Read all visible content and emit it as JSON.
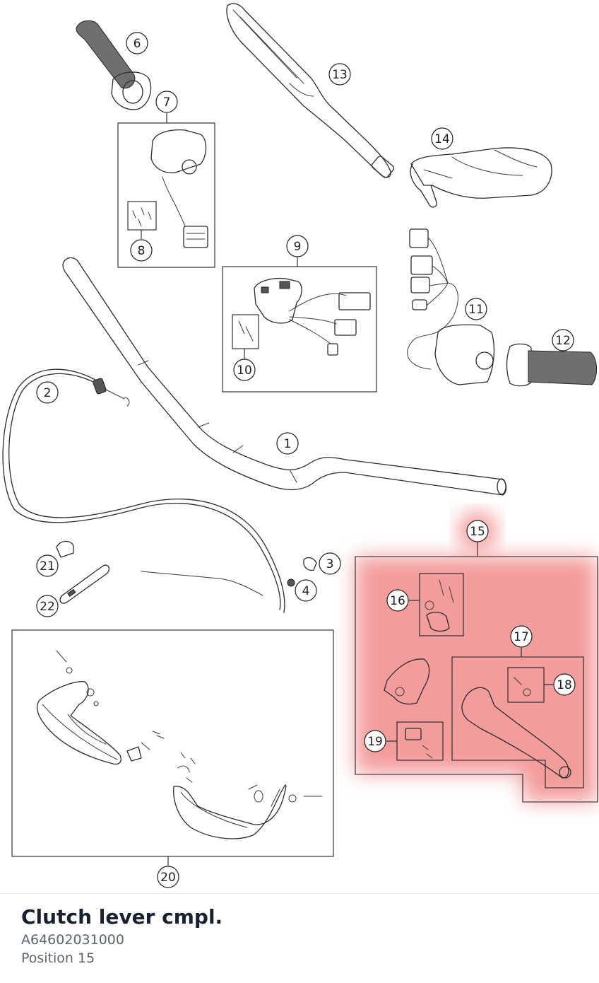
{
  "diagram": {
    "callouts": [
      "1",
      "2",
      "3",
      "4",
      "6",
      "7",
      "8",
      "9",
      "10",
      "11",
      "12",
      "13",
      "14",
      "15",
      "16",
      "17",
      "18",
      "19",
      "20",
      "21",
      "22"
    ],
    "highlight": {
      "callout": "15",
      "color": "#f28b8b"
    }
  },
  "part": {
    "title": "Clutch lever cmpl.",
    "number": "A64602031000",
    "position": "Position 15"
  }
}
